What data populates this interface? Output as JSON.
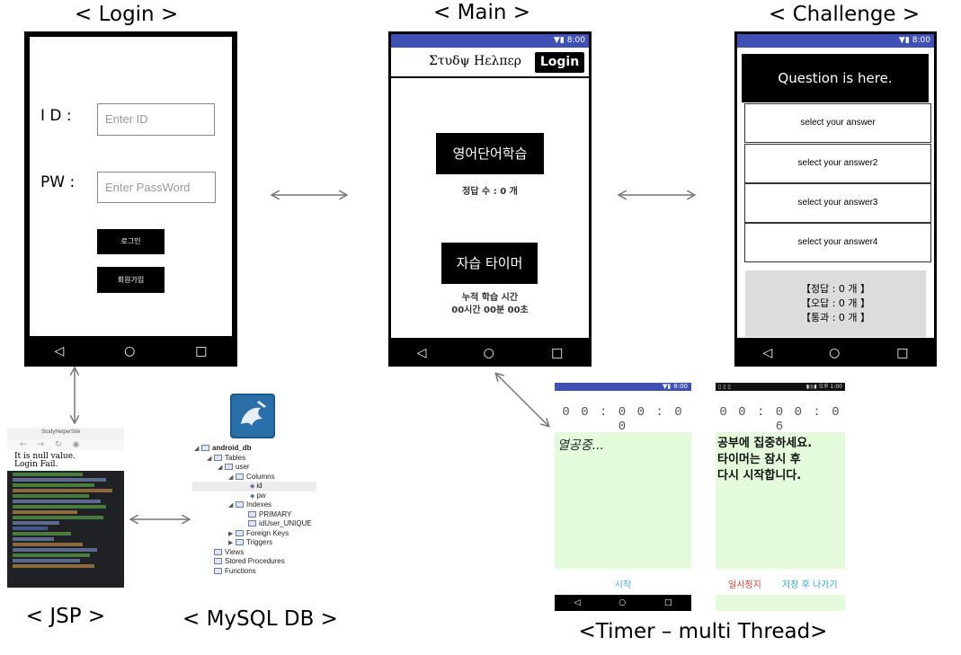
{
  "titles": {
    "login": "< Login >",
    "main": "< Main >",
    "challenge": "< Challenge >",
    "jsp": "< JSP >",
    "mysql": "< MySQL DB >",
    "timer": "<Timer – multi Thread>"
  },
  "status_time": "8:00",
  "login": {
    "id_label": "I D :",
    "pw_label": "PW :",
    "id_placeholder": "Enter ID",
    "pw_placeholder": "Enter PassWord",
    "login_button": "로그인",
    "signup_button": "회원가입"
  },
  "main": {
    "app_title": "Στυδψ Ηελπερ",
    "login_button": "Login",
    "vocab_button": "영어단어학습",
    "correct_count": "정답 수 : 0 개",
    "timer_button": "자습 타이머",
    "study_time_label": "누적 학습 시간",
    "study_time_value": "00시간 00분 00초"
  },
  "challenge": {
    "question": "Question is here.",
    "answers": [
      "select your answer",
      "select your answer2",
      "select your answer3",
      "select your answer4"
    ],
    "results": [
      "【정답 : 0 개 】",
      "【오답 : 0 개 】",
      "【통과 : 0 개 】"
    ]
  },
  "timer1": {
    "digits": "0 0 : 0 0 : 0 0",
    "status": "열공중...",
    "start_button": "시작"
  },
  "timer2": {
    "status_time": "오후 1:00",
    "digits": "0 0 : 0 0 : 0 6",
    "message_lines": [
      "공부에 집중하세요.",
      "타이머는 잠시 후",
      "다시 시작합니다."
    ],
    "pause_button": "일시정지",
    "save_exit_button": "저장 후 나가기"
  },
  "jsp": {
    "browser_tab": "StudyHelperSite",
    "line1": "It is null value.",
    "line2": "Login Fail."
  },
  "mysql": {
    "db": "android_db",
    "tables": "Tables",
    "table": "user",
    "columns": "Columns",
    "col1": "id",
    "col2": "pw",
    "indexes": "Indexes",
    "idx1": "PRIMARY",
    "idx2": "idUser_UNIQUE",
    "foreign_keys": "Foreign Keys",
    "triggers": "Triggers",
    "views": "Views",
    "stored_procedures": "Stored Procedures",
    "functions": "Functions"
  },
  "colors": {
    "statusbar": "#3f51b5",
    "timer_bg": "#e3fadb",
    "start_text": "#4fa9d8",
    "pause_text": "#e53935",
    "save_text": "#29a9d6"
  }
}
